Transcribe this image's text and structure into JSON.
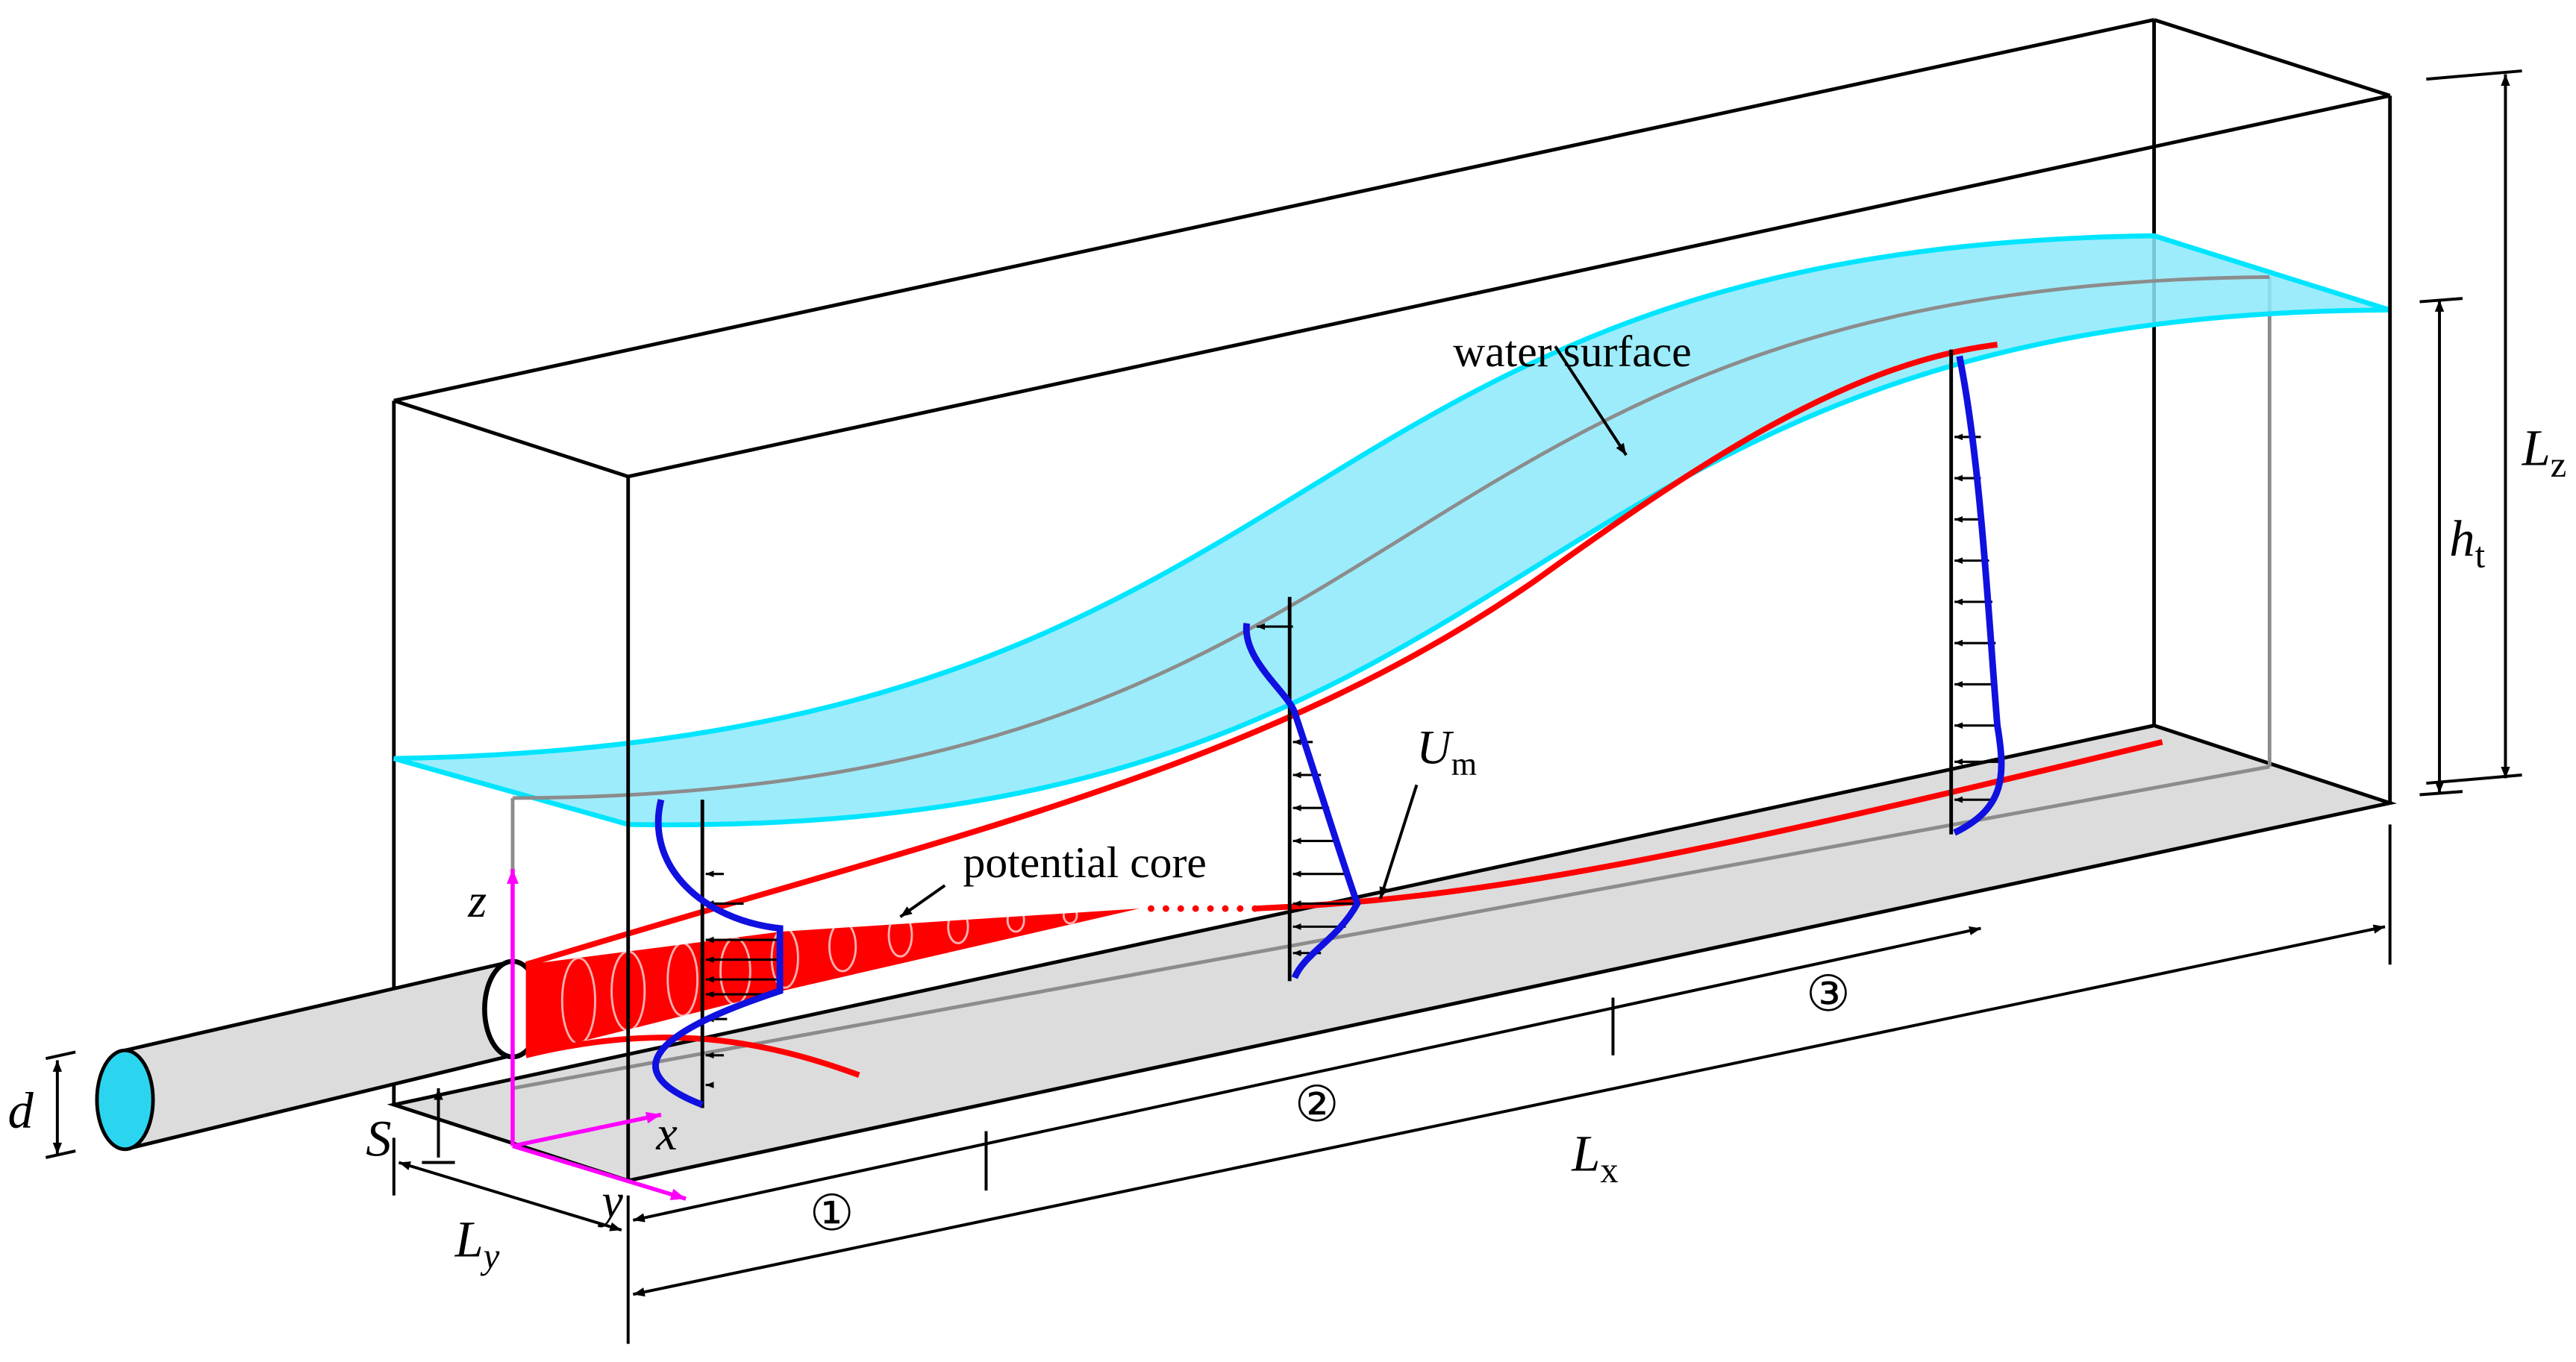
{
  "labels": {
    "water_surface": "water surface",
    "potential_core": "potential core",
    "um_main": "U",
    "um_sub": "m",
    "lz_main": "L",
    "lz_sub": "z",
    "ht_main": "h",
    "ht_sub": "t",
    "lx_main": "L",
    "lx_sub": "x",
    "ly_main": "L",
    "ly_sub": "y",
    "d": "d",
    "s": "S",
    "axis_x": "x",
    "axis_y": "y",
    "axis_z": "z",
    "zone_1": "①",
    "zone_2": "②",
    "zone_3": "③"
  },
  "colors": {
    "water": "#00E5FF",
    "water_fill": "#8CE9FA",
    "jet": "#FF0000",
    "profile": "#1010E0",
    "axes": "#FF00FF",
    "floor": "#DCDCDC",
    "pipe_face": "#2BD5F0"
  }
}
